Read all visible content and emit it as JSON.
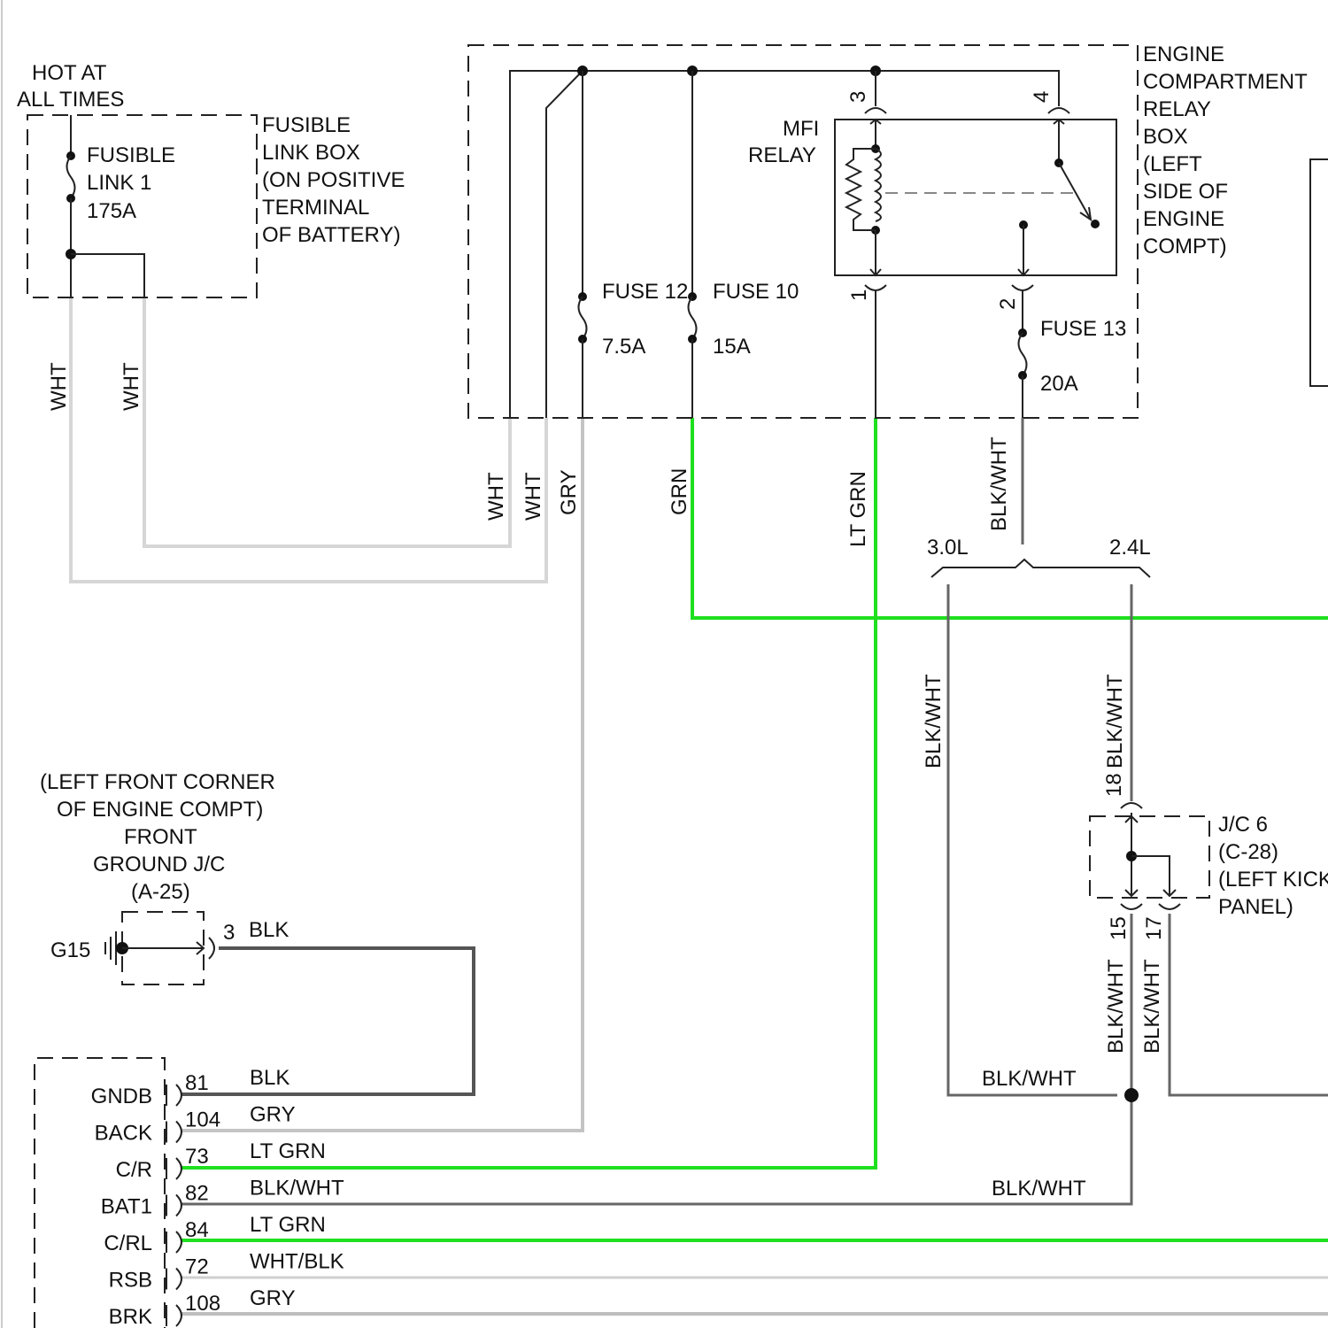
{
  "colors": {
    "wire_black": "#222222",
    "wire_white": "#d6d6d6",
    "wire_gray": "#bdbdbd",
    "wire_green": "#1fe01f",
    "wire_blkwht": "#555555"
  },
  "fusible_link_box": {
    "hot_label_1": "HOT AT",
    "hot_label_2": "ALL TIMES",
    "title": [
      "FUSIBLE",
      "LINK BOX",
      "(ON POSITIVE",
      "TERMINAL",
      "OF BATTERY)"
    ],
    "link": [
      "FUSIBLE",
      "LINK 1",
      "175A"
    ],
    "wire_left": "WHT",
    "wire_right": "WHT"
  },
  "relay_box": {
    "title": [
      "ENGINE",
      "COMPARTMENT",
      "RELAY",
      "BOX",
      "(LEFT",
      "SIDE OF",
      "ENGINE",
      "COMPT)"
    ],
    "relay_label": [
      "MFI",
      "RELAY"
    ],
    "pin_labels": [
      "3",
      "4",
      "1",
      "2"
    ],
    "fuse12": {
      "name": "FUSE 12",
      "rating": "7.5A"
    },
    "fuse10": {
      "name": "FUSE 10",
      "rating": "15A"
    },
    "fuse13": {
      "name": "FUSE 13",
      "rating": "20A"
    },
    "wires_out": [
      "WHT",
      "WHT",
      "GRY",
      "GRN",
      "LT GRN",
      "BLK/WHT"
    ]
  },
  "engine_variant": {
    "left": "3.0L",
    "right": "2.4L"
  },
  "variant_wires": {
    "left": "BLK/WHT",
    "right": "BLK/WHT"
  },
  "jc6": {
    "label": [
      "J/C 6",
      "(C-28)",
      "(LEFT KICK",
      "PANEL)"
    ],
    "pin_in": "18",
    "pin_out1": "15",
    "pin_out2": "17",
    "wire_out1": "BLK/WHT",
    "wire_out2": "BLK/WHT"
  },
  "splice_wire_label": "BLK/WHT",
  "ground_jc": {
    "label": [
      "(LEFT FRONT CORNER",
      "OF ENGINE COMPT)",
      "FRONT",
      "GROUND J/C",
      "(A-25)"
    ],
    "ground_id": "G15",
    "pin": "3",
    "wire": "BLK"
  },
  "ecu_terminals": [
    {
      "name": "GNDB",
      "pin": "81",
      "wire": "BLK"
    },
    {
      "name": "BACK",
      "pin": "104",
      "wire": "GRY"
    },
    {
      "name": "C/R",
      "pin": "73",
      "wire": "LT GRN"
    },
    {
      "name": "BAT1",
      "pin": "82",
      "wire": "BLK/WHT"
    },
    {
      "name": "C/RL",
      "pin": "84",
      "wire": "LT GRN"
    },
    {
      "name": "RSB",
      "pin": "72",
      "wire": "WHT/BLK"
    },
    {
      "name": "BRK",
      "pin": "108",
      "wire": "GRY"
    }
  ],
  "bat1_far_label": "BLK/WHT"
}
